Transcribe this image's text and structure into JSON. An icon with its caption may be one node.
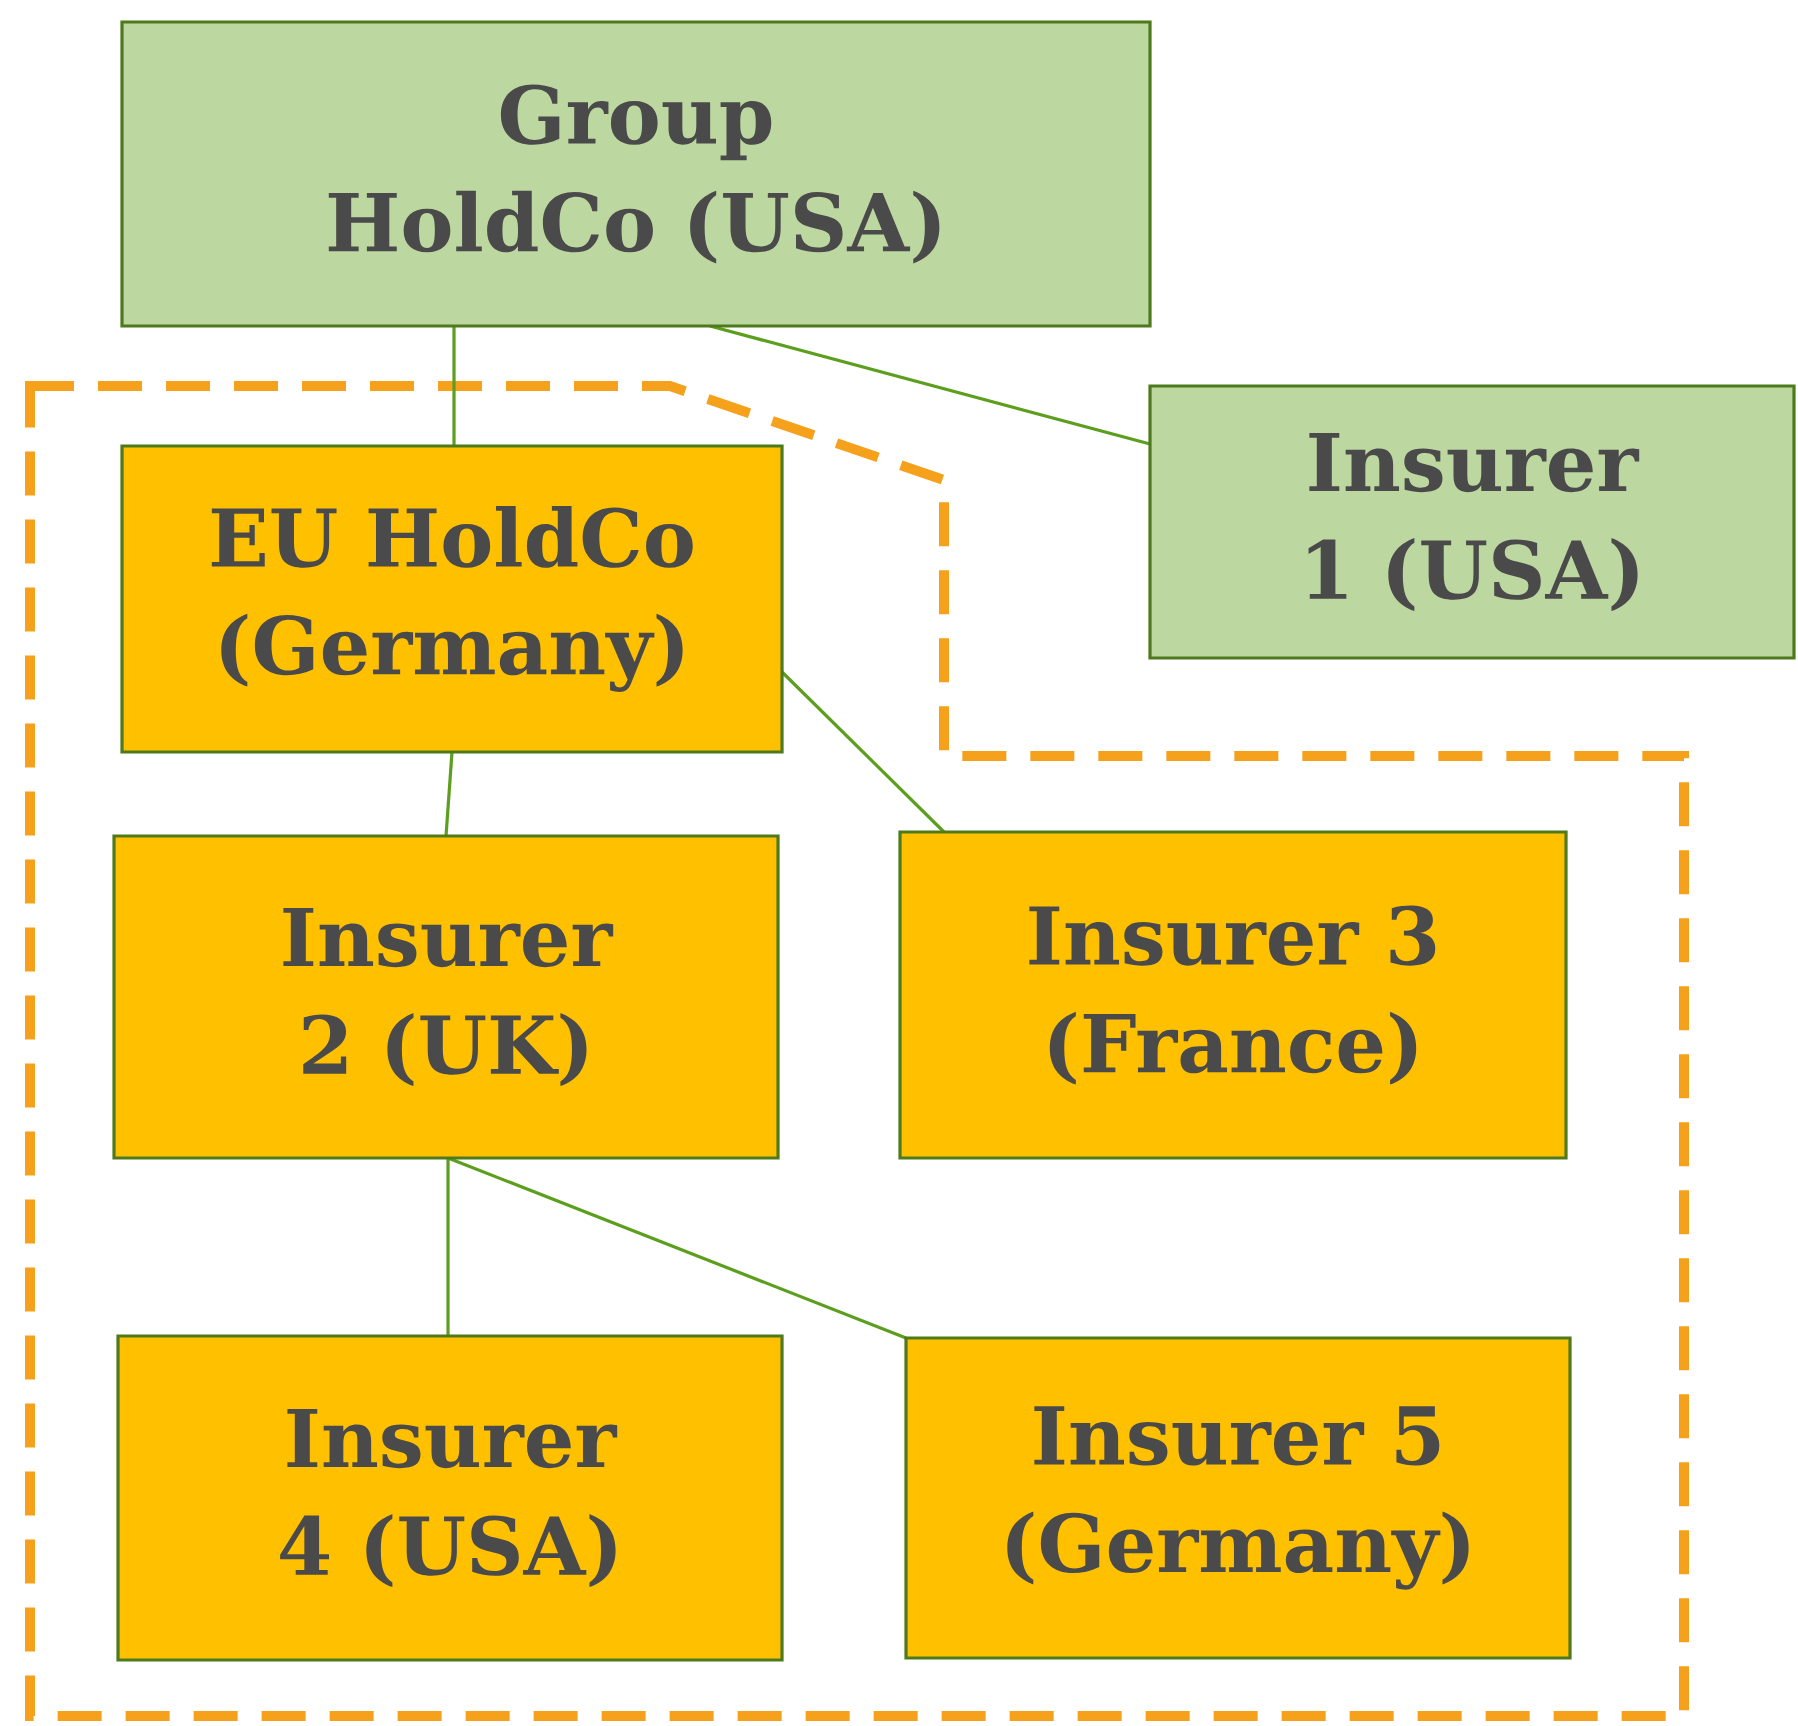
{
  "diagram": {
    "nodes": [
      {
        "text": [
          "Group HoldCo (USA)"
        ]
      },
      {
        "text": [
          "Insurer 1 (USA)"
        ]
      },
      {
        "text": [
          "EU HoldCo (Germany)"
        ]
      },
      {
        "text": [
          "Insurer 2 (UK)"
        ]
      },
      {
        "text": [
          "Insurer 3 (France)"
        ]
      },
      {
        "text": [
          "Insurer 4 (USA)"
        ]
      },
      {
        "text": [
          "Insurer 5 (Germany)"
        ]
      }
    ],
    "edges": [
      {
        "from": 0,
        "to": 2,
        "arrow": "none"
      },
      {
        "from": 0,
        "to": 1,
        "arrow": "none"
      },
      {
        "from": 2,
        "to": 3,
        "arrow": "none"
      },
      {
        "from": 2,
        "to": 4,
        "arrow": "none"
      },
      {
        "from": 3,
        "to": 5,
        "arrow": "none"
      },
      {
        "from": 3,
        "to": 6,
        "arrow": "none"
      }
    ]
  }
}
